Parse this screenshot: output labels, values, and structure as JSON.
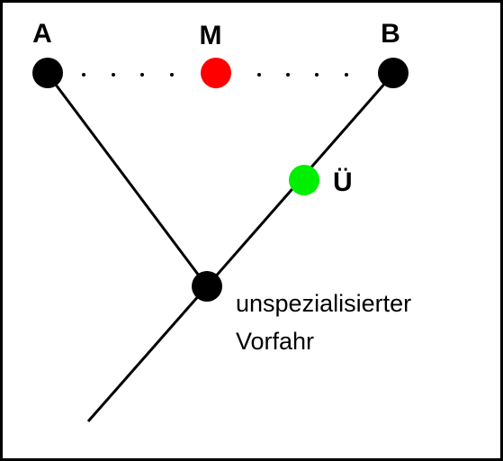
{
  "nodes": {
    "a": {
      "label": "A"
    },
    "m": {
      "label": "M"
    },
    "b": {
      "label": "B"
    },
    "u": {
      "label": "Ü"
    },
    "ancestor": {
      "label_line1": "unspezialisierter",
      "label_line2": "Vorfahr"
    }
  },
  "colors": {
    "border": "#000000",
    "line": "#000000",
    "node_default": "#000000",
    "node_m": "#ff0000",
    "node_u": "#00ee00",
    "background": "#ffffff"
  }
}
